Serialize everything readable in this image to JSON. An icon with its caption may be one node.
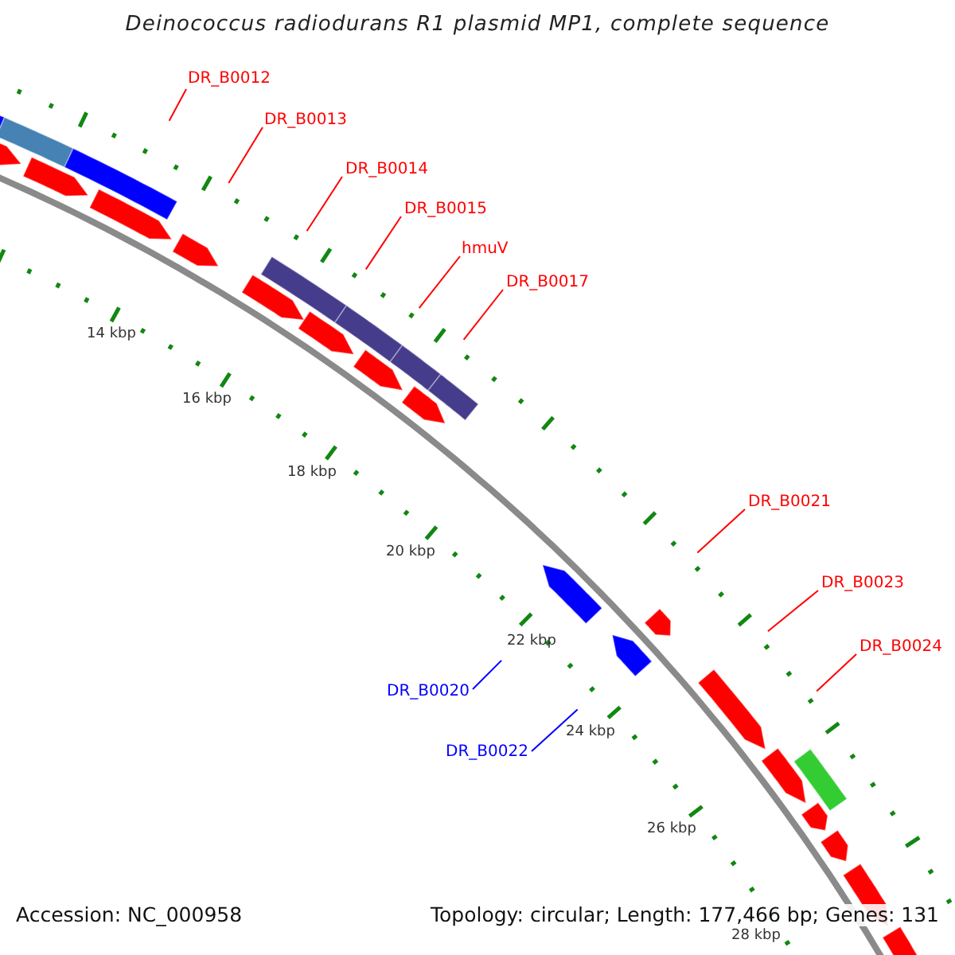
{
  "diagram": {
    "title": "Deinococcus radiodurans R1 plasmid MP1, complete sequence",
    "nodes": [
      {
        "text": [
          "DR_B0012"
        ]
      },
      {
        "text": [
          "DR_B0013"
        ]
      },
      {
        "text": [
          "DR_B0014"
        ]
      },
      {
        "text": [
          "DR_B0015"
        ]
      },
      {
        "text": [
          "hmuV"
        ]
      },
      {
        "text": [
          "DR_B0017"
        ]
      },
      {
        "text": [
          "DR_B0021"
        ]
      },
      {
        "text": [
          "DR_B0023"
        ]
      },
      {
        "text": [
          "DR_B0024"
        ]
      },
      {
        "text": [
          "DR_B0020"
        ]
      },
      {
        "text": [
          "DR_B0022"
        ]
      }
    ],
    "edges": [
      {
        "from": 0,
        "to": null,
        "arrow": "none"
      },
      {
        "from": 1,
        "to": null,
        "arrow": "none"
      },
      {
        "from": 2,
        "to": null,
        "arrow": "none"
      },
      {
        "from": 3,
        "to": null,
        "arrow": "none"
      },
      {
        "from": 4,
        "to": null,
        "arrow": "none"
      },
      {
        "from": 5,
        "to": null,
        "arrow": "none"
      },
      {
        "from": 6,
        "to": null,
        "arrow": "none"
      },
      {
        "from": 7,
        "to": null,
        "arrow": "none"
      },
      {
        "from": 8,
        "to": null,
        "arrow": "none"
      },
      {
        "from": 9,
        "to": null,
        "arrow": "none",
        "color": "#0000ff"
      },
      {
        "from": 10,
        "to": null,
        "arrow": "none",
        "color": "#0000ff"
      }
    ],
    "labels": [
      "14 kbp",
      "16 kbp",
      "18 kbp",
      "20 kbp",
      "22 kbp",
      "24 kbp",
      "26 kbp",
      "28 kbp",
      "Accession: NC_000958",
      "Topology: circular; Length: 177,466 bp; Genes: 131"
    ]
  }
}
